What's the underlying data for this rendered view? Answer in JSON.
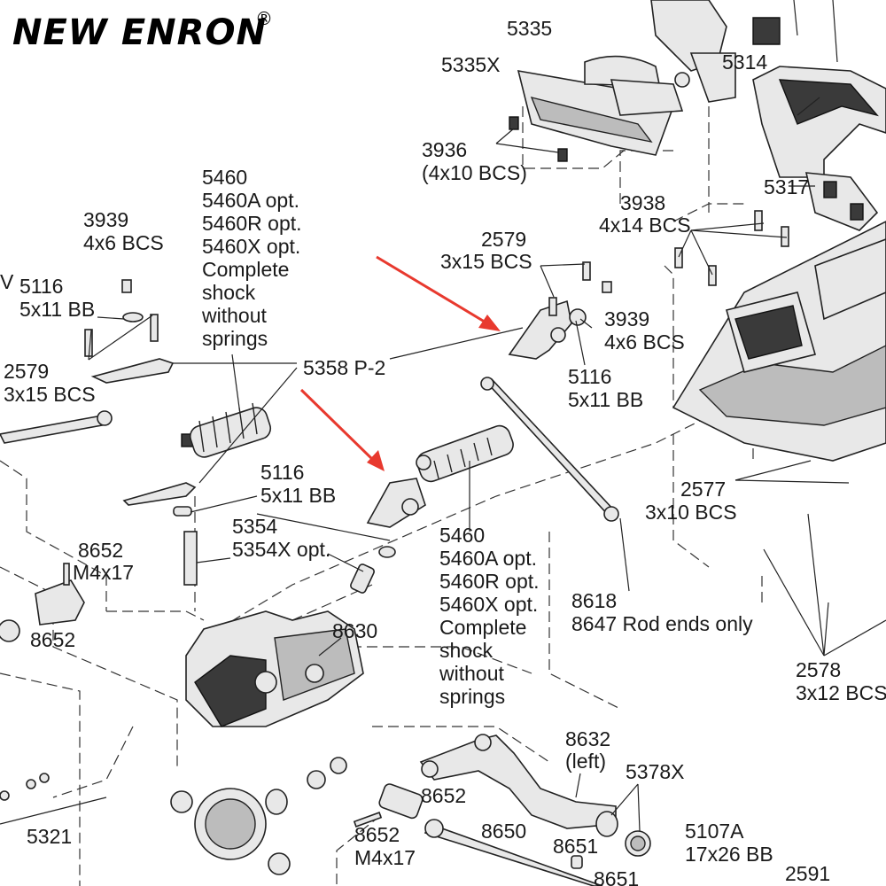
{
  "brand": {
    "name": "NEW ENRON",
    "registered": "®"
  },
  "labels": {
    "l5335": "5335",
    "l5335x": "5335X",
    "l5314": "5314",
    "l3936": "3936",
    "l3936b": "(4x10 BCS)",
    "l5317": "5317",
    "l3938": "3938",
    "l3938b": "4x14 BCS",
    "l5460_a": "5460",
    "l5460_b": "5460A opt.",
    "l5460_c": "5460R opt.",
    "l5460_d": "5460X opt.",
    "l5460_e": "Complete",
    "l5460_f": "shock",
    "l5460_g": "without",
    "l5460_h": "springs",
    "l3939L": "3939",
    "l3939Lb": "4x6 BCS",
    "l5116L": "5116",
    "l5116Lb": "5x11 BB",
    "l2579L": "2579",
    "l2579Lb": "3x15 BCS",
    "l2579C": "2579",
    "l2579Cb": "3x15 BCS",
    "l3939R": "3939",
    "l3939Rb": "4x6 BCS",
    "l5358": "5358 P-2",
    "l5116R": "5116",
    "l5116Rb": "5x11 BB",
    "l5116M": "5116",
    "l5116Mb": "5x11 BB",
    "l2577": "2577",
    "l2577b": "3x10 BCS",
    "l5354": "5354",
    "l5354b": "5354X opt.",
    "l8652a": "8652",
    "l8652ab": "M4x17",
    "l5460M_a": "5460",
    "l5460M_b": "5460A opt.",
    "l5460M_c": "5460R opt.",
    "l5460M_d": "5460X opt.",
    "l5460M_e": "Complete",
    "l5460M_f": "shock",
    "l5460M_g": "without",
    "l5460M_h": "springs",
    "l8618": "8618",
    "l8618b": "8647 Rod ends only",
    "l8630": "8630",
    "l8652b": "8652",
    "l2578": "2578",
    "l2578b": "3x12 BCS",
    "l8632": "8632",
    "l8632b": "(left)",
    "l5378x": "5378X",
    "l8652c": "8652",
    "l8652d": "8652",
    "l8652db": "M4x17",
    "l8650": "8650",
    "l5321": "5321",
    "l8651a": "8651",
    "l8651b": "8651",
    "l5107a": "5107A",
    "l5107ab": "17x26 BB",
    "l2591": "2591",
    "lV": "V"
  },
  "colors": {
    "arrow": "#e8392e",
    "ink": "#1a1a1a",
    "paper": "#ffffff"
  }
}
